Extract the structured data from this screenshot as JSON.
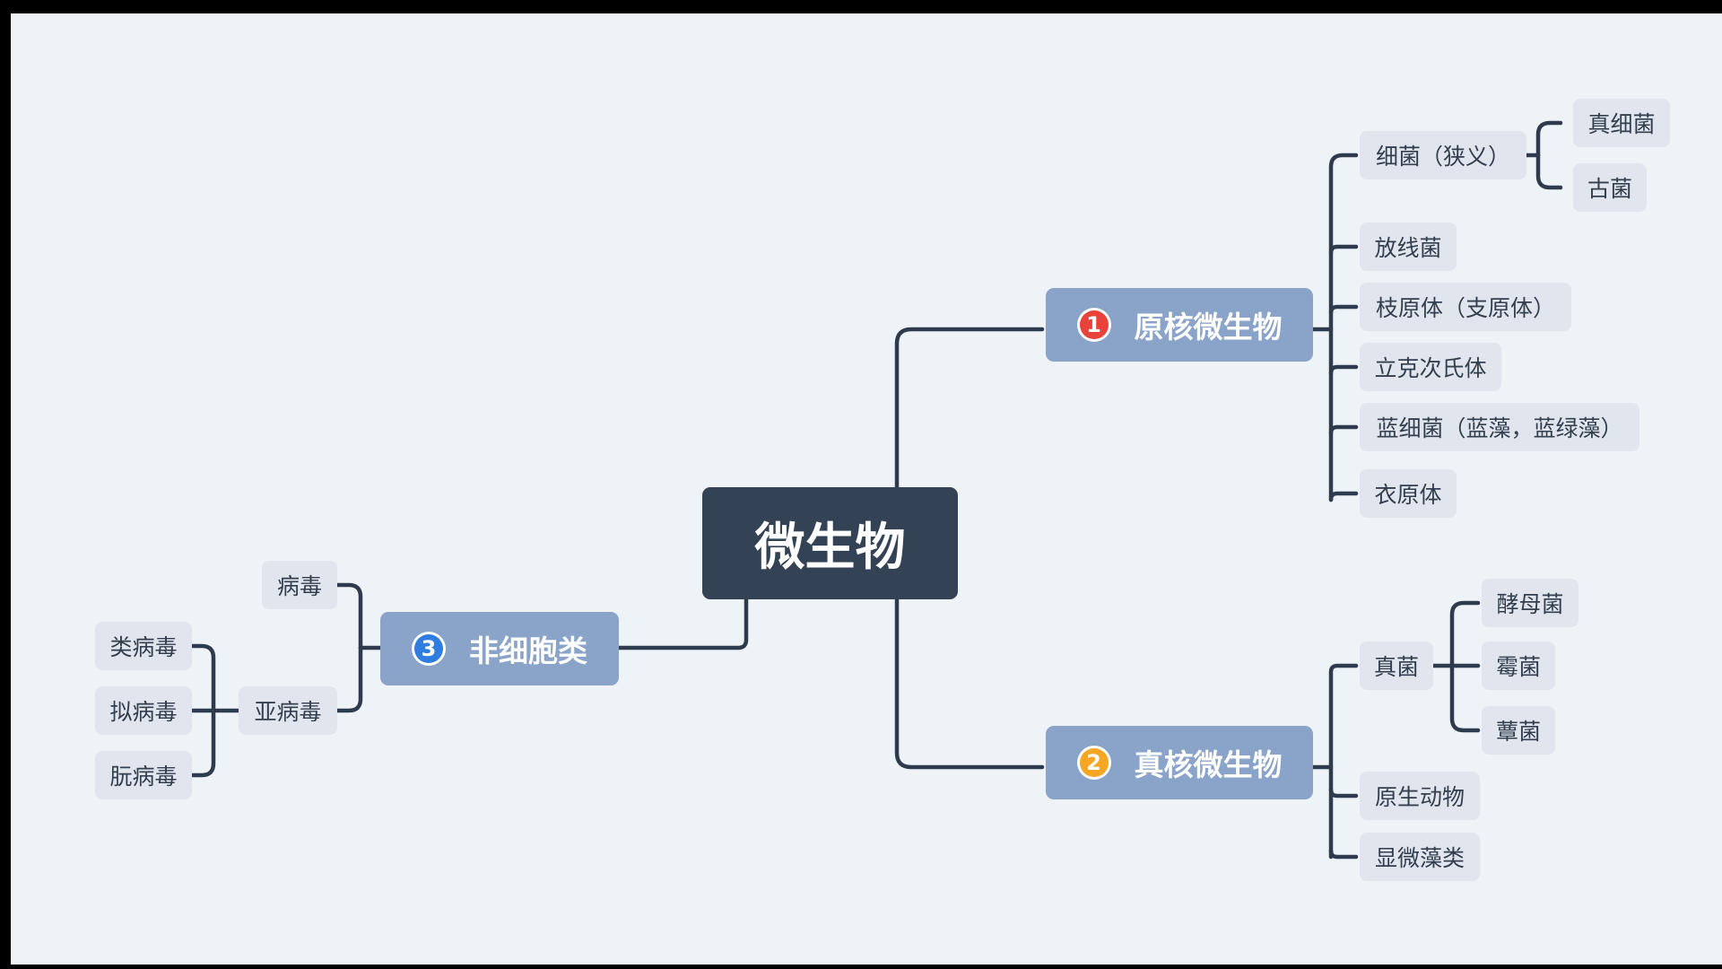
{
  "root": {
    "label": "微生物"
  },
  "branches": {
    "prokaryote": {
      "number": "1",
      "label": "原核微生物",
      "badge_color": "#e8423a"
    },
    "eukaryote": {
      "number": "2",
      "label": "真核微生物",
      "badge_color": "#f6a623"
    },
    "acellular": {
      "number": "3",
      "label": "非细胞类",
      "badge_color": "#2f7de0"
    }
  },
  "prokaryote_children": {
    "bacteria_narrow": "细菌（狭义）",
    "eubacteria": "真细菌",
    "archaea": "古菌",
    "actinomycetes": "放线菌",
    "mycoplasma": "枝原体（支原体）",
    "rickettsia": "立克次氏体",
    "cyanobacteria": "蓝细菌（蓝藻，蓝绿藻）",
    "chlamydia": "衣原体"
  },
  "eukaryote_children": {
    "fungi": "真菌",
    "yeast": "酵母菌",
    "mold": "霉菌",
    "mushroom": "蕈菌",
    "protozoa": "原生动物",
    "microalgae": "显微藻类"
  },
  "acellular_children": {
    "virus": "病毒",
    "subvirus": "亚病毒",
    "virus_like": "类病毒",
    "virusoid": "拟病毒",
    "prion": "朊病毒"
  },
  "colors": {
    "background": "#edf3f7",
    "frame": "#000000",
    "root_fill": "#344256",
    "branch_fill": "#8aa3c8",
    "leaf_fill": "#e1e6ee",
    "connector": "#2e3a4d"
  }
}
